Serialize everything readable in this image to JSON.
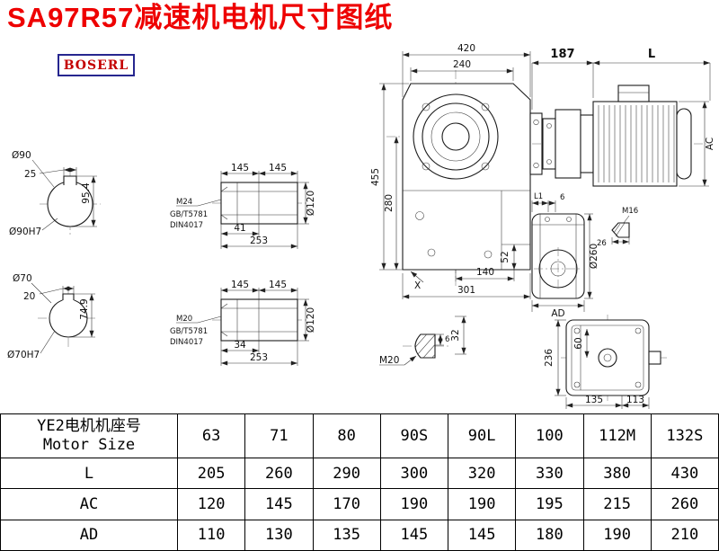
{
  "page": {
    "title": "SA97R57减速机电机尺寸图纸",
    "logo": "BOSERL"
  },
  "drawing": {
    "shaft_top": {
      "dia": "Ø90",
      "key_width": "25",
      "height": "95.4",
      "bore": "Ø90H7"
    },
    "shaft_bottom": {
      "dia": "Ø70",
      "key_width": "20",
      "height": "74.9",
      "bore": "Ø70H7"
    },
    "hollow_top": {
      "len_a": "145",
      "len_b": "145",
      "bore": "Ø120",
      "thread": "M24",
      "std1": "GB/T5781",
      "std2": "DIN4017",
      "thread_len": "41",
      "total_len": "253"
    },
    "hollow_bottom": {
      "len_a": "145",
      "len_b": "145",
      "bore": "Ø120",
      "thread": "M20",
      "std1": "GB/T5781",
      "std2": "DIN4017",
      "thread_len": "34",
      "total_len": "253"
    },
    "front": {
      "w420": "420",
      "w240": "240",
      "h455": "455",
      "h280": "280",
      "h52": "52",
      "w140": "140",
      "w301": "301",
      "x": "X"
    },
    "motor": {
      "d187": "187",
      "len": "L",
      "ac": "AC"
    },
    "output": {
      "l1": "L1",
      "d6": "6",
      "thread": "M16",
      "d26": "26",
      "dia": "Ø260",
      "ad": "AD"
    },
    "plug": {
      "thread": "M20",
      "d6": "6",
      "d32": "32"
    },
    "rear": {
      "h236": "236",
      "d60": "60",
      "w135": "135",
      "w113": "113"
    }
  },
  "table": {
    "label_cn": "YE2电机机座号",
    "label_en": "Motor Size",
    "sizes": [
      "63",
      "71",
      "80",
      "90S",
      "90L",
      "100",
      "112M",
      "132S"
    ],
    "rows": [
      {
        "label": "L",
        "values": [
          "205",
          "260",
          "290",
          "300",
          "320",
          "330",
          "380",
          "430"
        ]
      },
      {
        "label": "AC",
        "values": [
          "120",
          "145",
          "170",
          "190",
          "190",
          "195",
          "215",
          "260"
        ]
      },
      {
        "label": "AD",
        "values": [
          "110",
          "130",
          "135",
          "145",
          "145",
          "180",
          "190",
          "210"
        ]
      }
    ]
  }
}
